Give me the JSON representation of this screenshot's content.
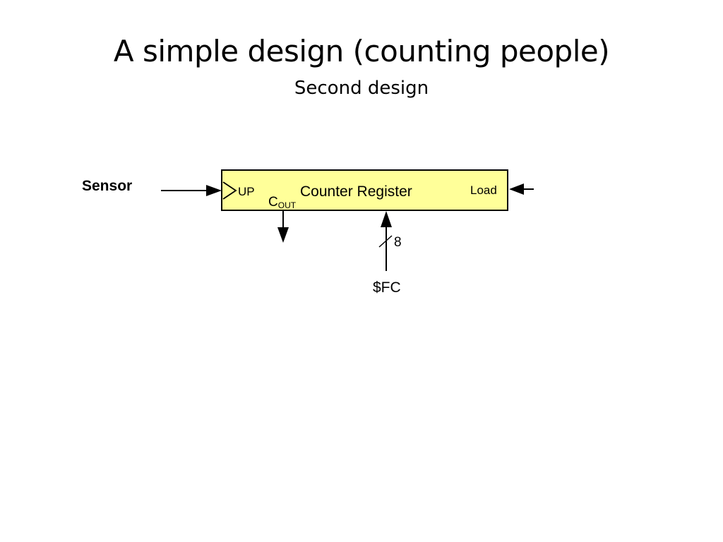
{
  "slide": {
    "title": "A simple design (counting people)",
    "subtitle": "Second design"
  },
  "diagram": {
    "input_label": "Sensor",
    "block_label": "Counter Register",
    "port_up": "UP",
    "port_load": "Load",
    "carry_main": "C",
    "carry_sub": "OUT",
    "bus_width": "8",
    "bus_value": "$FC",
    "block_fill": "#ffff99"
  }
}
